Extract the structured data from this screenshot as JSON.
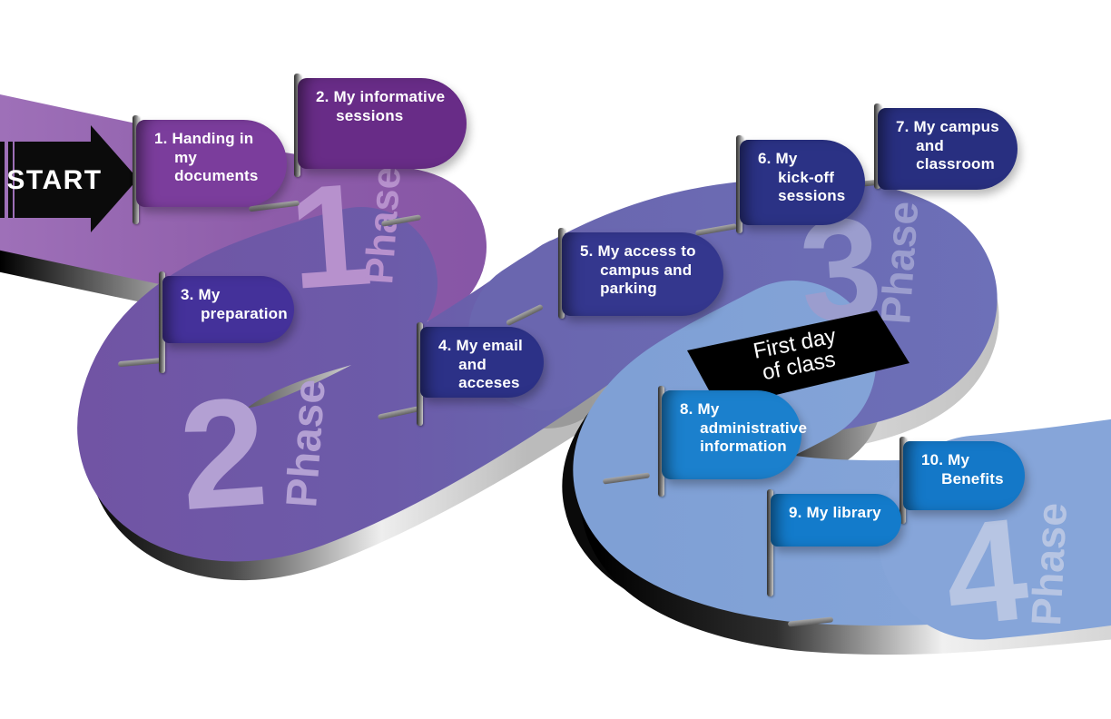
{
  "start": {
    "label": "START"
  },
  "first_day_banner": {
    "line1": "First day",
    "line2": "of class"
  },
  "phases": [
    {
      "number": "1",
      "word": "Phase"
    },
    {
      "number": "2",
      "word": "Phase"
    },
    {
      "number": "3",
      "word": "Phase"
    },
    {
      "number": "4",
      "word": "Phase"
    }
  ],
  "milestones": [
    {
      "label": "1. Handing in\nmy\ndocuments",
      "color": "#7b3d9c"
    },
    {
      "label": "2. My informative\nsessions",
      "color": "#682c87"
    },
    {
      "label": "3. My\npreparation",
      "color": "#44319a"
    },
    {
      "label": "4. My email\nand acceses",
      "color": "#2c3187"
    },
    {
      "label": "5. My access to\ncampus and\nparking",
      "color": "#34378e"
    },
    {
      "label": "6. My\nkick-off\nsessions",
      "color": "#2b3285"
    },
    {
      "label": "7. My campus\nand\nclassroom",
      "color": "#282f80"
    },
    {
      "label": "8. My\nadministrative\ninformation",
      "color": "#1b80cd"
    },
    {
      "label": "9. My library",
      "color": "#137bcb"
    },
    {
      "label": "10. My\nBenefits",
      "color": "#1478c8"
    }
  ],
  "road_colors": {
    "phase1": "#8d5ca9",
    "phase2": "#7154a4",
    "phase3": "#6d70b8",
    "phase4": "#84a4d8",
    "first_day_band": "#000000"
  }
}
